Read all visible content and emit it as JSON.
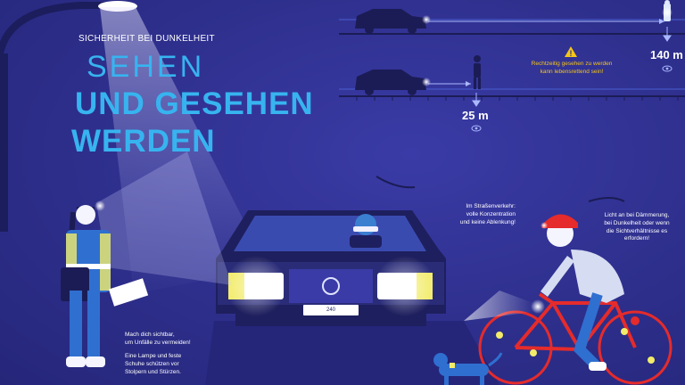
{
  "header": {
    "kicker": "SICHERHEIT BEI DUNKELHEIT",
    "title_line1": "SEHEN",
    "title_line2": "UND GESEHEN",
    "title_line3": "WERDEN"
  },
  "distance_chart": {
    "distance_far": "140 m",
    "distance_near": "25 m",
    "warning_text": "Rechtzeitig gesehen zu werden\nkann lebensrettend sein!"
  },
  "callouts": {
    "driver": "Im Straßenverkehr:\nvolle Konzentration\nund keine Ablenkung!",
    "cyclist": "Licht an bei Dämmerung,\nbei Dunkelheit oder wenn\ndie Sichtverhältnisse es\nerfordern!",
    "pedestrian_1": "Mach dich sichtbar,\num Unfälle zu vermeiden!",
    "pedestrian_2": "Eine Lampe und feste\nSchuhe schützen vor\nStolpern und Stürzen."
  },
  "car": {
    "license_plate": "240"
  },
  "colors": {
    "background": "#2e2f8c",
    "title": "#37b4f0",
    "reflective": "#f2ec6a",
    "bike": "#e52b2b",
    "warning": "#f5c518"
  }
}
